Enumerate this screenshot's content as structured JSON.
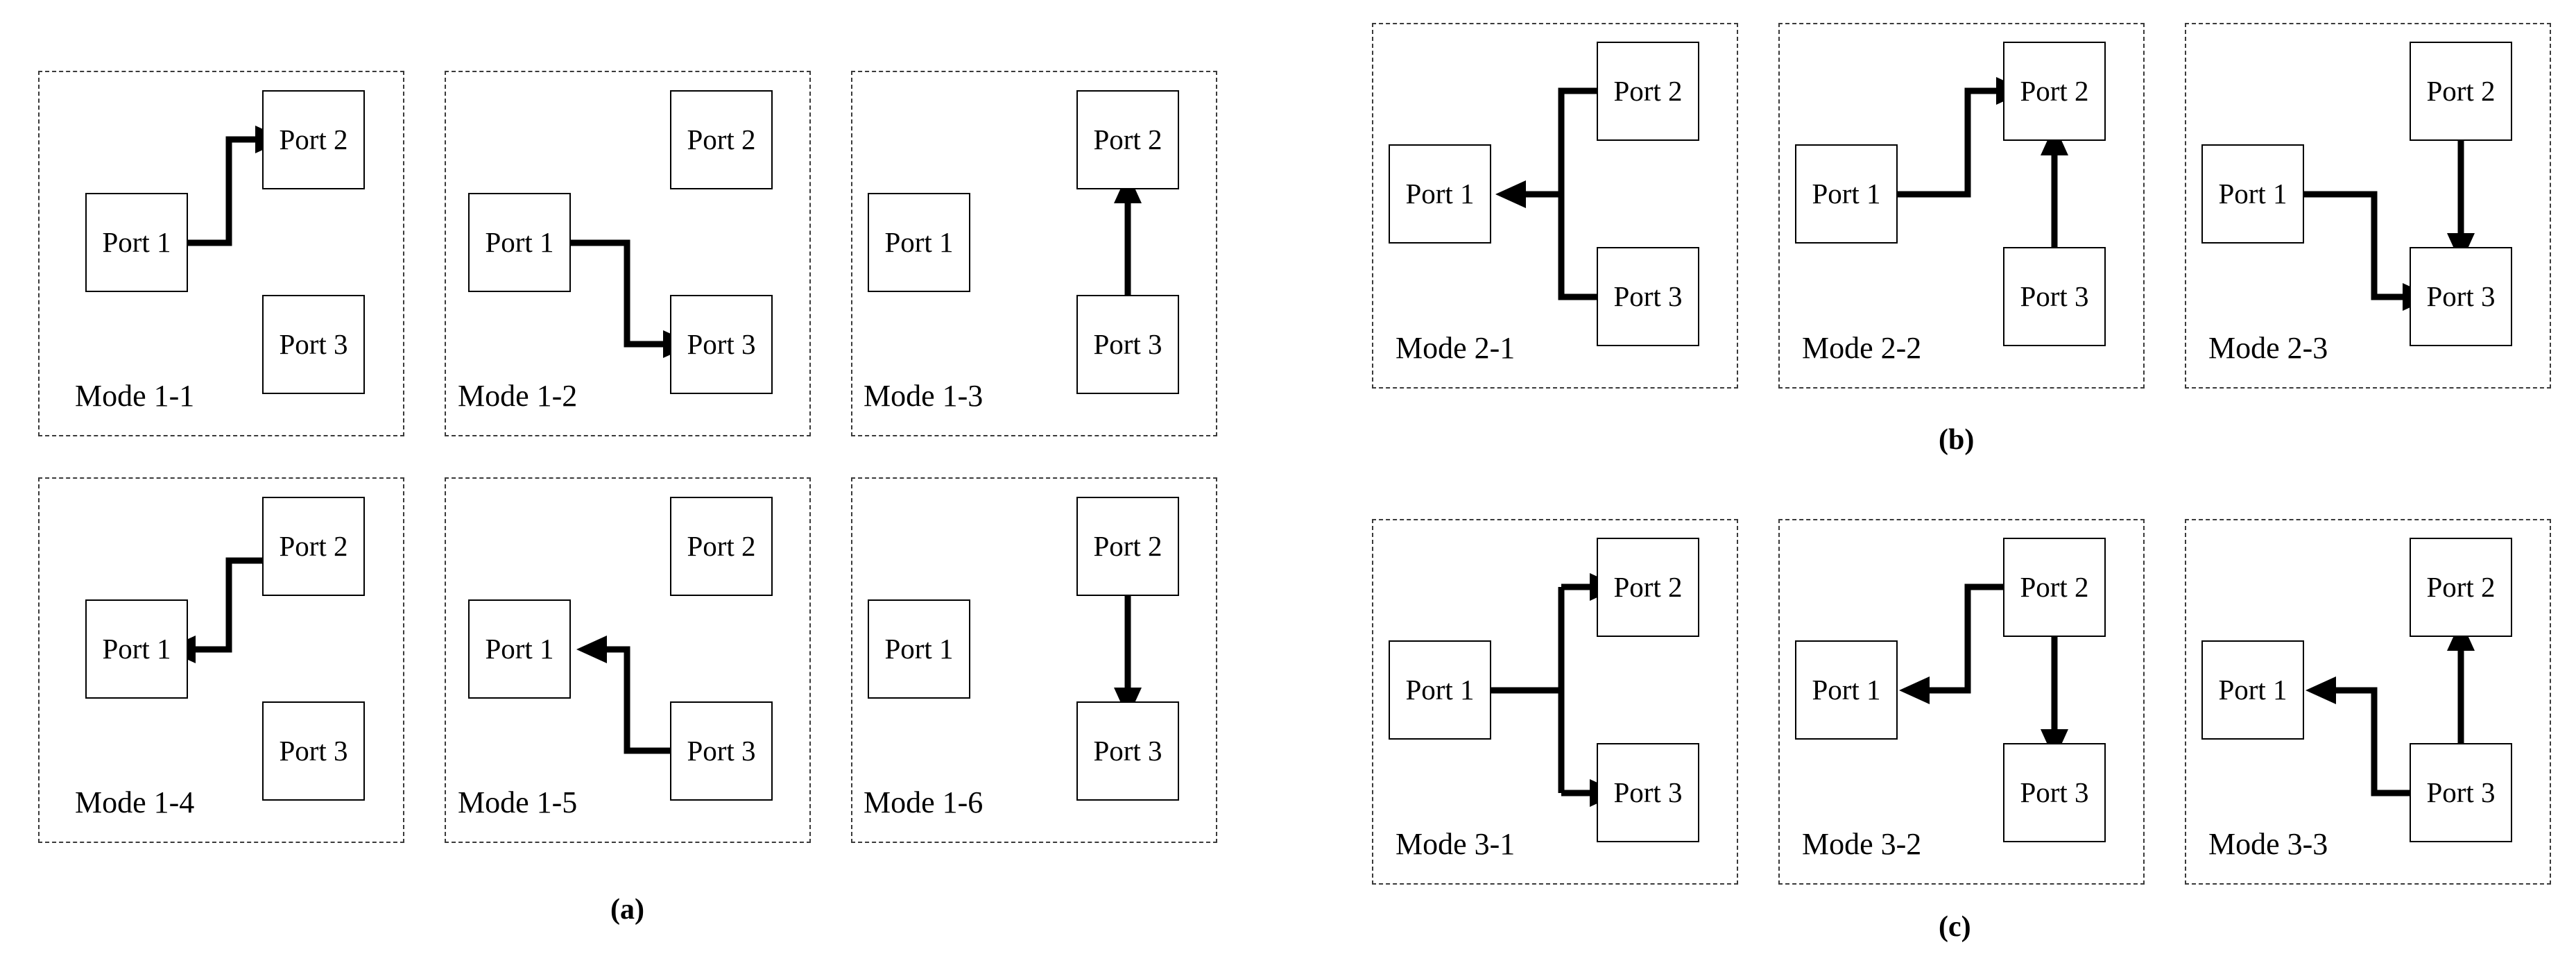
{
  "figure": {
    "subfigures": [
      {
        "id": "a",
        "caption": "(a)"
      },
      {
        "id": "b",
        "caption": "(b)"
      },
      {
        "id": "c",
        "caption": "(c)"
      }
    ],
    "port_labels": {
      "p1": "Port 1",
      "p2": "Port 2",
      "p3": "Port 3"
    },
    "colors": {
      "line": "#000000",
      "box_border": "#000000",
      "panel_border": "#3a3a3a",
      "background": "#ffffff"
    }
  },
  "modes": [
    {
      "key": "m11",
      "label": "Mode 1-1",
      "group": "a",
      "ports": [
        "Port 1",
        "Port 2",
        "Port 3"
      ],
      "flows": [
        {
          "from": "Port 1",
          "to": "Port 2"
        }
      ]
    },
    {
      "key": "m12",
      "label": "Mode 1-2",
      "group": "a",
      "ports": [
        "Port 1",
        "Port 2",
        "Port 3"
      ],
      "flows": [
        {
          "from": "Port 1",
          "to": "Port 3"
        }
      ]
    },
    {
      "key": "m13",
      "label": "Mode 1-3",
      "group": "a",
      "ports": [
        "Port 1",
        "Port 2",
        "Port 3"
      ],
      "flows": [
        {
          "from": "Port 3",
          "to": "Port 2"
        }
      ]
    },
    {
      "key": "m14",
      "label": "Mode 1-4",
      "group": "a",
      "ports": [
        "Port 1",
        "Port 2",
        "Port 3"
      ],
      "flows": [
        {
          "from": "Port 2",
          "to": "Port 1"
        }
      ]
    },
    {
      "key": "m15",
      "label": "Mode 1-5",
      "group": "a",
      "ports": [
        "Port 1",
        "Port 2",
        "Port 3"
      ],
      "flows": [
        {
          "from": "Port 3",
          "to": "Port 1"
        }
      ]
    },
    {
      "key": "m16",
      "label": "Mode 1-6",
      "group": "a",
      "ports": [
        "Port 1",
        "Port 2",
        "Port 3"
      ],
      "flows": [
        {
          "from": "Port 2",
          "to": "Port 3"
        }
      ]
    },
    {
      "key": "m21",
      "label": "Mode 2-1",
      "group": "b",
      "ports": [
        "Port 1",
        "Port 2",
        "Port 3"
      ],
      "flows": [
        {
          "from": "Port 2",
          "to": "Port 1"
        },
        {
          "from": "Port 3",
          "to": "Port 1"
        }
      ]
    },
    {
      "key": "m22",
      "label": "Mode 2-2",
      "group": "b",
      "ports": [
        "Port 1",
        "Port 2",
        "Port 3"
      ],
      "flows": [
        {
          "from": "Port 1",
          "to": "Port 2"
        },
        {
          "from": "Port 3",
          "to": "Port 2"
        }
      ]
    },
    {
      "key": "m23",
      "label": "Mode 2-3",
      "group": "b",
      "ports": [
        "Port 1",
        "Port 2",
        "Port 3"
      ],
      "flows": [
        {
          "from": "Port 1",
          "to": "Port 3"
        },
        {
          "from": "Port 2",
          "to": "Port 3"
        }
      ]
    },
    {
      "key": "m31",
      "label": "Mode 3-1",
      "group": "c",
      "ports": [
        "Port 1",
        "Port 2",
        "Port 3"
      ],
      "flows": [
        {
          "from": "Port 1",
          "to": "Port 2"
        },
        {
          "from": "Port 1",
          "to": "Port 3"
        }
      ]
    },
    {
      "key": "m32",
      "label": "Mode 3-2",
      "group": "c",
      "ports": [
        "Port 1",
        "Port 2",
        "Port 3"
      ],
      "flows": [
        {
          "from": "Port 2",
          "to": "Port 1"
        },
        {
          "from": "Port 2",
          "to": "Port 3"
        }
      ]
    },
    {
      "key": "m33",
      "label": "Mode 3-3",
      "group": "c",
      "ports": [
        "Port 1",
        "Port 2",
        "Port 3"
      ],
      "flows": [
        {
          "from": "Port 3",
          "to": "Port 1"
        },
        {
          "from": "Port 3",
          "to": "Port 2"
        }
      ]
    }
  ]
}
